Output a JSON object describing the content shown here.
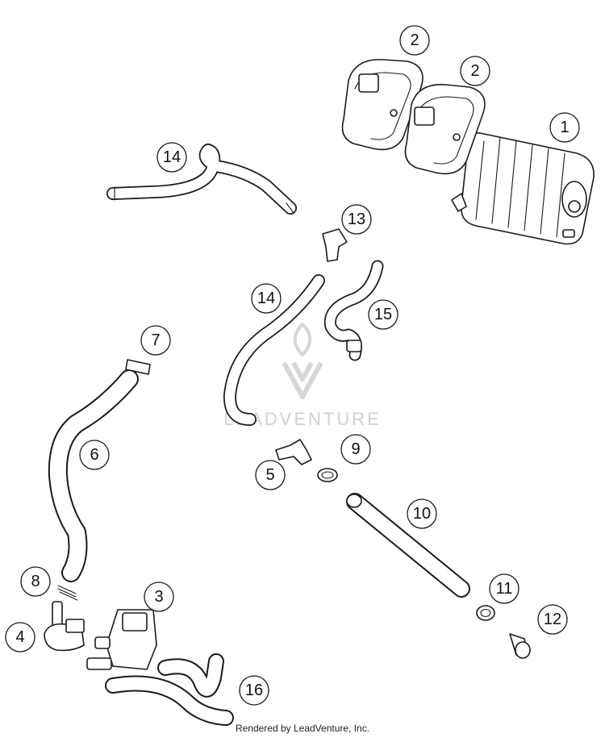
{
  "callouts": [
    {
      "n": "1"
    },
    {
      "n": "2"
    },
    {
      "n": "2"
    },
    {
      "n": "3"
    },
    {
      "n": "4"
    },
    {
      "n": "5"
    },
    {
      "n": "6"
    },
    {
      "n": "7"
    },
    {
      "n": "8"
    },
    {
      "n": "9"
    },
    {
      "n": "10"
    },
    {
      "n": "11"
    },
    {
      "n": "12"
    },
    {
      "n": "13"
    },
    {
      "n": "14"
    },
    {
      "n": "14"
    },
    {
      "n": "15"
    },
    {
      "n": "16"
    }
  ],
  "watermark": "LEADVENTURE",
  "credit": "Rendered by LeadVenture, Inc."
}
